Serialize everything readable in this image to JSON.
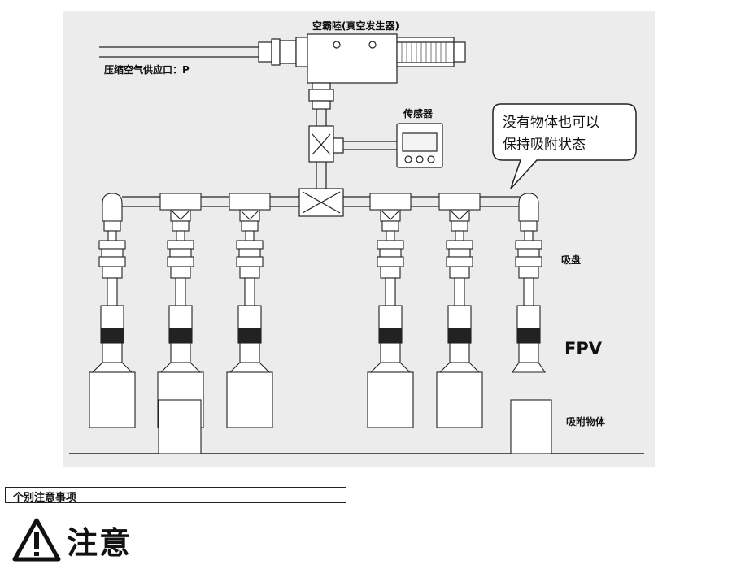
{
  "diagram": {
    "labels": {
      "ejector": "空霸睦(真空发生器)",
      "air_supply": "压缩空气供应口：P",
      "sensor": "传感器",
      "callout_line1": "没有物体也可以",
      "callout_line2": "保持吸附状态",
      "suction_cup": "吸盘",
      "model": "FPV",
      "workpiece": "吸附物体"
    },
    "colors": {
      "panel_background": "#ececec",
      "line": "#222222",
      "fill": "#ffffff"
    },
    "cup_units": [
      {
        "id": "unit-1",
        "state": "holding"
      },
      {
        "id": "unit-2",
        "state": "holding"
      },
      {
        "id": "unit-3",
        "state": "holding"
      },
      {
        "id": "unit-4",
        "state": "holding"
      },
      {
        "id": "unit-5",
        "state": "holding"
      },
      {
        "id": "unit-6",
        "state": "empty"
      }
    ]
  },
  "section": {
    "title": "个别注意事项"
  },
  "caution": {
    "icon": "warning-triangle-icon",
    "label": "注意"
  }
}
